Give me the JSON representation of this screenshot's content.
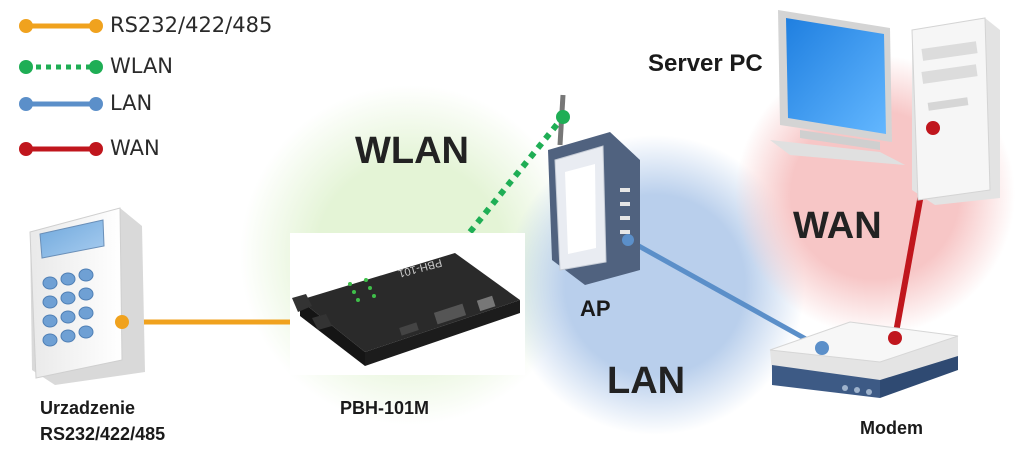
{
  "legend": [
    {
      "label": "RS232/422/485",
      "color": "#f0a21e",
      "style": "solid"
    },
    {
      "label": "WLAN",
      "color": "#1fae55",
      "style": "dotted"
    },
    {
      "label": "LAN",
      "color": "#5b8fc9",
      "style": "solid"
    },
    {
      "label": "WAN",
      "color": "#c0161d",
      "style": "solid"
    }
  ],
  "zones": {
    "wlan": {
      "label": "WLAN",
      "color": "#d9f0c8"
    },
    "lan": {
      "label": "LAN",
      "color": "#bcd3ee"
    },
    "wan": {
      "label": "WAN",
      "color": "#f6c9c9"
    }
  },
  "devices": {
    "server": {
      "label": "Server PC",
      "icon": "desktop-computer-icon"
    },
    "ap": {
      "label": "AP",
      "icon": "access-point-router-icon"
    },
    "modem": {
      "label": "Modem",
      "icon": "modem-icon"
    },
    "gateway": {
      "label": "PBH-101M",
      "icon": "serial-gateway-icon",
      "print": "PBH-101"
    },
    "terminal": {
      "label_line1": "Urzadzenie",
      "label_line2": "RS232/422/485",
      "icon": "keypad-terminal-icon"
    }
  }
}
